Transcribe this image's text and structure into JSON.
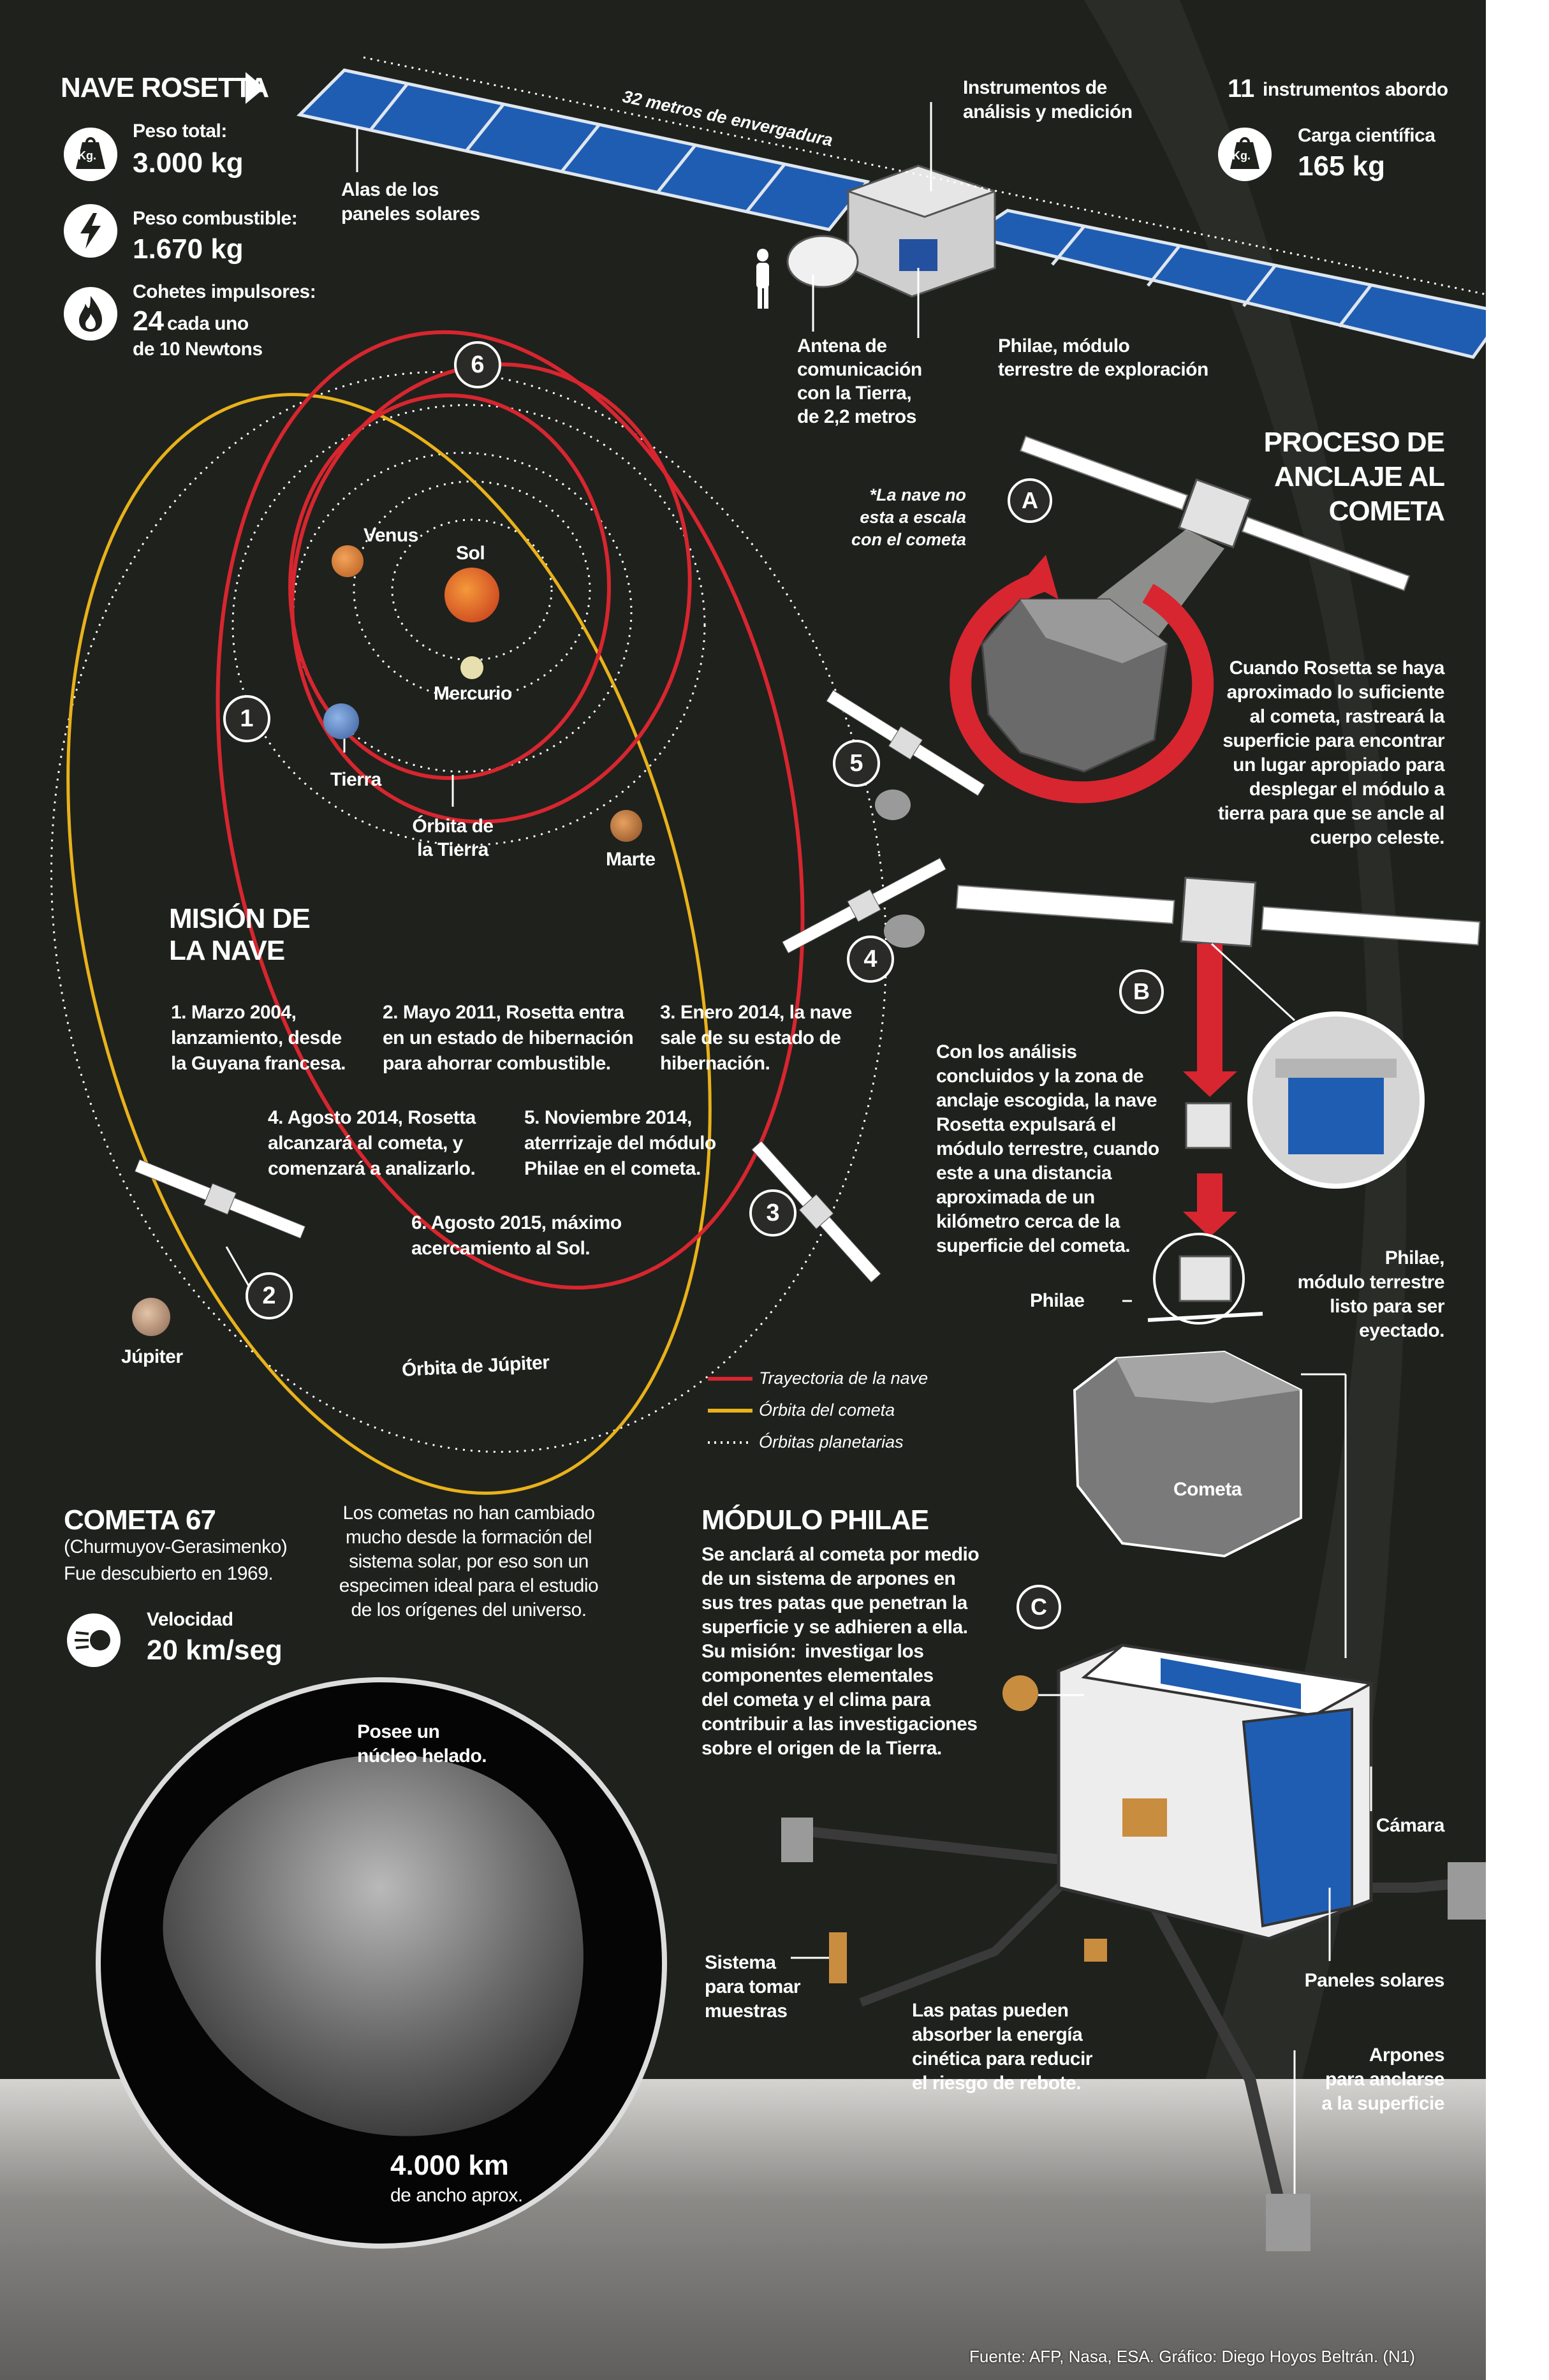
{
  "rosetta": {
    "title": "NAVE ROSETTA",
    "weight_label": "Peso total:",
    "weight_value": "3.000 kg",
    "fuel_label": "Peso combustible:",
    "fuel_value": "1.670 kg",
    "thrusters_label": "Cohetes impulsores:",
    "thrusters_value": "24",
    "thrusters_desc_1": "cada uno",
    "thrusters_desc_2": "de 10 Newtons",
    "icon_kg": "Kg.",
    "wingspan": "32 metros de envergadura",
    "solar_wings_1": "Alas de los",
    "solar_wings_2": "paneles solares",
    "instruments_1": "Instrumentos de",
    "instruments_2": "análisis y medición",
    "antenna_1": "Antena de",
    "antenna_2": "comunicación",
    "antenna_3": "con la Tierra,",
    "antenna_4": "de 2,2 metros",
    "philae_mod_1": "Philae, módulo",
    "philae_mod_2": "terrestre de exploración",
    "instruments_count_num": "11",
    "instruments_count_text": "instrumentos abordo",
    "payload_label": "Carga científica",
    "payload_value": "165 kg"
  },
  "orbits": {
    "venus": "Venus",
    "sol": "Sol",
    "mercurio": "Mercurio",
    "tierra": "Tierra",
    "orbita_tierra_1": "Órbita de",
    "orbita_tierra_2": "la Tierra",
    "marte": "Marte",
    "jupiter": "Júpiter",
    "orbita_jupiter": "Órbita de Júpiter",
    "step_numbers": [
      "1",
      "2",
      "3",
      "4",
      "5",
      "6"
    ]
  },
  "mission": {
    "title_1": "MISIÓN DE",
    "title_2": "LA NAVE",
    "s1": [
      "1. Marzo 2004,",
      "lanzamiento, desde",
      "la Guyana francesa."
    ],
    "s2": [
      "2. Mayo 2011, Rosetta entra",
      "en un estado de hibernación",
      "para ahorrar combustible."
    ],
    "s3": [
      "3. Enero 2014, la nave",
      "sale de su estado de",
      "hibernación."
    ],
    "s4": [
      "4. Agosto 2014, Rosetta",
      "alcanzará al cometa, y",
      "comenzará a analizarlo."
    ],
    "s5": [
      "5. Noviembre 2014,",
      "aterrrizaje del módulo",
      "Philae en el cometa."
    ],
    "s6": [
      "6. Agosto 2015, máximo",
      "acercamiento al Sol."
    ]
  },
  "legend": {
    "trajectory": "Trayectoria de la nave",
    "comet_orbit": "Órbita del cometa",
    "planet_orbits": "Órbitas planetarias",
    "colors": {
      "trajectory": "#d7262f",
      "comet_orbit": "#e8b21a",
      "planet_orbits": "#ffffff"
    }
  },
  "anchor": {
    "title_1": "PROCESO DE",
    "title_2": "ANCLAJE AL",
    "title_3": "COMETA",
    "scale_note_1": "*La nave no",
    "scale_note_2": "esta a escala",
    "scale_note_3": "con el cometa",
    "letter_a": "A",
    "letter_b": "B",
    "letter_c": "C",
    "text_a": [
      "Cuando Rosetta se haya",
      "aproximado lo suficiente",
      "al cometa, rastreará la",
      "superficie para encontrar",
      "un lugar apropiado para",
      "desplegar el módulo a",
      "tierra para que se ancle al",
      "cuerpo celeste."
    ],
    "text_b": [
      "Con los análisis",
      "concluidos y la zona de",
      "anclaje escogida, la nave",
      "Rosetta expulsará el",
      "módulo terrestre, cuando",
      "este a una distancia",
      "aproximada de un",
      "kilómetro cerca de la",
      "superficie del cometa."
    ],
    "philae_label": "Philae",
    "philae_ready": [
      "Philae,",
      "módulo terrestre",
      "listo para ser",
      "eyectado."
    ],
    "comet_label": "Cometa"
  },
  "comet": {
    "title": "COMETA 67",
    "subtitle": "(Churmuyov-Gerasimenko)",
    "discovered": "Fue descubierto en 1969.",
    "speed_label": "Velocidad",
    "speed_value": "20 km/seg",
    "description": [
      "Los cometas no han cambiado",
      "mucho desde la formación del",
      "sistema solar, por eso son un",
      "especimen ideal para el estudio",
      "de los orígenes del universo."
    ],
    "nucleus_1": "Posee un",
    "nucleus_2": "núcleo helado.",
    "size_value": "4.000 km",
    "size_label": "de ancho aprox."
  },
  "philae": {
    "title": "MÓDULO PHILAE",
    "desc": [
      "Se anclará al cometa por medio",
      "de un sistema de arpones en",
      "sus tres patas que penetran la",
      "superficie y se adhieren a ella."
    ],
    "mission_label": "Su misión:",
    "mission_rest": [
      "investigar los",
      "componentes elementales",
      "del cometa y el clima para",
      "contribuir a las investigaciones",
      "sobre el origen de la Tierra."
    ],
    "camera": "Cámara",
    "solar_panels": "Paneles solares",
    "harpoons": [
      "Arpones",
      "para anclarse",
      "a la superficie"
    ],
    "sampling": [
      "Sistema",
      "para tomar",
      "muestras"
    ],
    "legs": [
      "Las patas pueden",
      "absorber la energía",
      "cinética para reducir",
      "el riesgo de rebote."
    ]
  },
  "credits": "Fuente: AFP, Nasa, ESA. Gráfico: Diego Hoyos Beltrán. (N1)"
}
